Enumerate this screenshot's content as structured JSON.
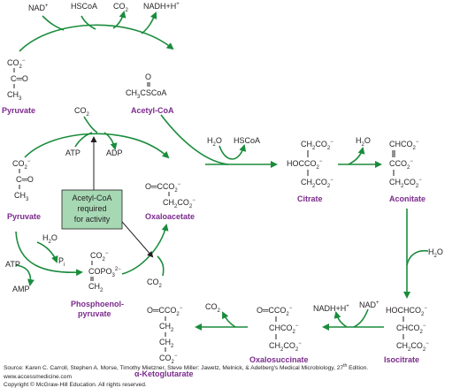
{
  "molecules": {
    "pyruvate1": {
      "name": "Pyruvate",
      "l1": "CO",
      "l1s": "2",
      "l1sup": "−",
      "l2": "C═O",
      "l3": "CH",
      "l3s": "3"
    },
    "acetylcoa": {
      "name": "Acetyl-CoA",
      "l1": "O",
      "l2": "CH",
      "l2s": "3",
      "l2b": "CSCoA"
    },
    "pyruvate2": {
      "name": "Pyruvate",
      "l1": "CO",
      "l1s": "2",
      "l1sup": "−",
      "l2": "C═O",
      "l3": "CH",
      "l3s": "3"
    },
    "oxaloacetate": {
      "name": "Oxaloacetate",
      "l1": "O═CCO",
      "l1s": "2",
      "l1sup": "−",
      "l2": "CH",
      "l2s": "2",
      "l2b": "CO",
      "l2bs": "2",
      "l2sup": "−"
    },
    "citrate": {
      "name": "Citrate",
      "l1": "CH",
      "l1s": "2",
      "l1b": "CO",
      "l1bs": "2",
      "l1sup": "−",
      "l2": "HOCCO",
      "l2s": "2",
      "l2sup": "−",
      "l3": "CH",
      "l3s": "2",
      "l3b": "CO",
      "l3bs": "2",
      "l3sup": "−"
    },
    "aconitate": {
      "name": "Aconitate",
      "l1": "CHCO",
      "l1s": "2",
      "l1sup": "−",
      "l2": "CCO",
      "l2s": "2",
      "l2sup": "−",
      "l3": "CH",
      "l3s": "2",
      "l3b": "CO",
      "l3bs": "2",
      "l3sup": "−"
    },
    "isocitrate": {
      "name": "Isocitrate",
      "l1": "HOCHCO",
      "l1s": "2",
      "l1sup": "−",
      "l2": "CHCO",
      "l2s": "2",
      "l2sup": "−",
      "l3": "CH",
      "l3s": "2",
      "l3b": "CO",
      "l3bs": "2",
      "l3sup": "−"
    },
    "oxalosuccinate": {
      "name": "Oxalosuccinate",
      "l1": "O═CCO",
      "l1s": "2",
      "l1sup": "−",
      "l2": "CHCO",
      "l2s": "2",
      "l2sup": "−",
      "l3": "CH",
      "l3s": "2",
      "l3b": "CO",
      "l3bs": "2",
      "l3sup": "−"
    },
    "ketoglutarate": {
      "name": "α-Ketoglutarate",
      "l1": "O═CCO",
      "l1s": "2",
      "l1sup": "−",
      "l2": "CH",
      "l2s": "2",
      "l3": "CH",
      "l3s": "2",
      "l4": "CO",
      "l4s": "2",
      "l4sup": "−"
    },
    "pep": {
      "name1": "Phosphoenol-",
      "name2": "pyruvate",
      "l1": "CO",
      "l1s": "2",
      "l1sup": "−",
      "l2": "COPO",
      "l2s": "3",
      "l2sup": "2−",
      "l3": "CH",
      "l3s": "2"
    }
  },
  "cofactors": {
    "nad": "NAD",
    "nad_sup": "+",
    "hscoa": "HSCoA",
    "co2": "CO",
    "co2_s": "2",
    "nadh": "NADH+H",
    "nadh_sup": "+",
    "co2_carb": "CO",
    "atp": "ATP",
    "adp": "ADP",
    "h2o_1": "H",
    "h2o_2": "O",
    "o_sub": "2",
    "hscoa2": "HSCoA",
    "amp": "AMP",
    "pi": "P",
    "pi_s": "i"
  },
  "box": {
    "line1": "Acetyl-CoA",
    "line2": "required",
    "line3": "for activity",
    "fill": "#a6d8b4"
  },
  "source": {
    "line1": "Source: Karen C. Carroll, Stephen A. Morse, Timothy Mietzner, Steve Miller: Jawetz, Melnick, & Adelberg's Medical Microbiology, 27",
    "line1_sup": "th",
    "line1_end": " Edition.",
    "line2": "www.accessmedicine.com",
    "line3": "Copyright © McGraw-Hill Education.  All rights reserved."
  },
  "colors": {
    "arrow": "#1a8c3c",
    "name": "#7a2a8c",
    "box": "#a6d8b4"
  }
}
